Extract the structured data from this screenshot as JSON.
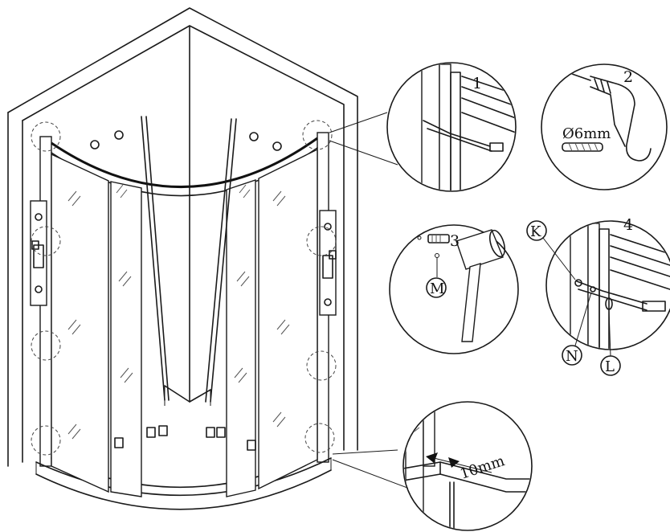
{
  "steps": [
    {
      "number": "1"
    },
    {
      "number": "2",
      "drill_size": "Ø6mm"
    },
    {
      "number": "3",
      "part": "M"
    },
    {
      "number": "4",
      "parts": [
        "K",
        "N",
        "L"
      ]
    }
  ],
  "gap_dimension": "10mm"
}
